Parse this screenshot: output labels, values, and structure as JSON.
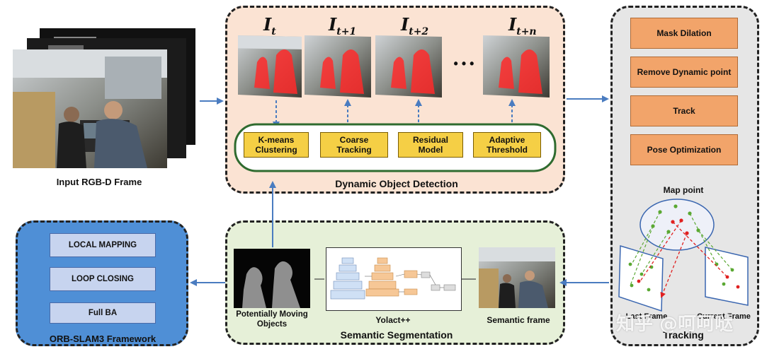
{
  "input": {
    "label": "Input RGB-D Frame"
  },
  "dynamic": {
    "title": "Dynamic Object Detection",
    "frame_labels": [
      {
        "base": "I",
        "sub": "t"
      },
      {
        "base": "I",
        "sub": "t+1"
      },
      {
        "base": "I",
        "sub": "t+2"
      },
      {
        "base": "I",
        "sub": "t+n"
      }
    ],
    "ellipsis": "• • •",
    "modules": [
      "K-means Clustering",
      "Coarse Tracking",
      "Residual Model",
      "Adaptive Threshold"
    ]
  },
  "tracking": {
    "title": "Tracking",
    "steps": [
      "Mask Dilation",
      "Remove Dynamic point",
      "Track",
      "Pose Optimization"
    ],
    "map_point_label": "Map point",
    "frame_left_label": "Last Frame",
    "frame_right_label": "Current Frame"
  },
  "semantic": {
    "title": "Semantic Segmentation",
    "masks_label": "Potentially Moving Objects",
    "net_label": "Yolact++",
    "frame_label": "Semantic frame"
  },
  "orb": {
    "title": "ORB-SLAM3 Framework",
    "modules": [
      "LOCAL MAPPING",
      "LOOP CLOSING",
      "Full BA"
    ]
  },
  "watermark": "知乎 @呵呵哒",
  "colors": {
    "dynamic_bg": "#fbe3d3",
    "tracking_bg": "#e6e6e6",
    "semantic_bg": "#e6f0d8",
    "orb_bg": "#4f8fd6",
    "module_yellow": "#f5cf45",
    "step_orange": "#f2a46a",
    "arrow_blue": "#4a7cc0",
    "mask_red": "#ff2a2a"
  }
}
